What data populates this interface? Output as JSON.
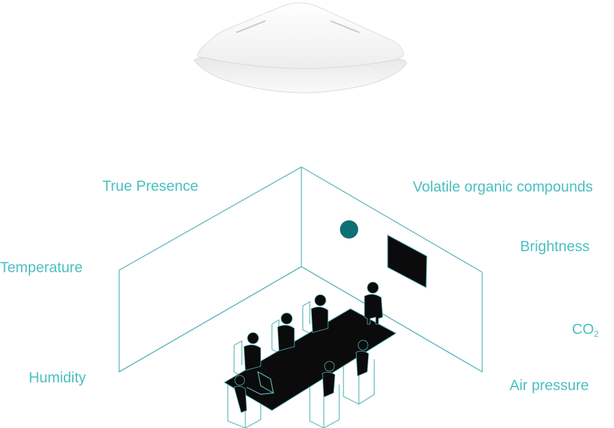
{
  "labels": {
    "true_presence": "True Presence",
    "voc": "Volatile organic compounds",
    "brightness": "Brightness",
    "temperature": "Temperature",
    "co2_base": "CO",
    "co2_sub": "2",
    "humidity": "Humidity",
    "air_pressure": "Air pressure"
  },
  "colors": {
    "label_teal": "#4bbfc2",
    "line_teal": "#5fb6bb",
    "sensor_dot": "#0e6f74",
    "silhouette": "#0b0b0b",
    "device_body": "#f3f3f3"
  }
}
